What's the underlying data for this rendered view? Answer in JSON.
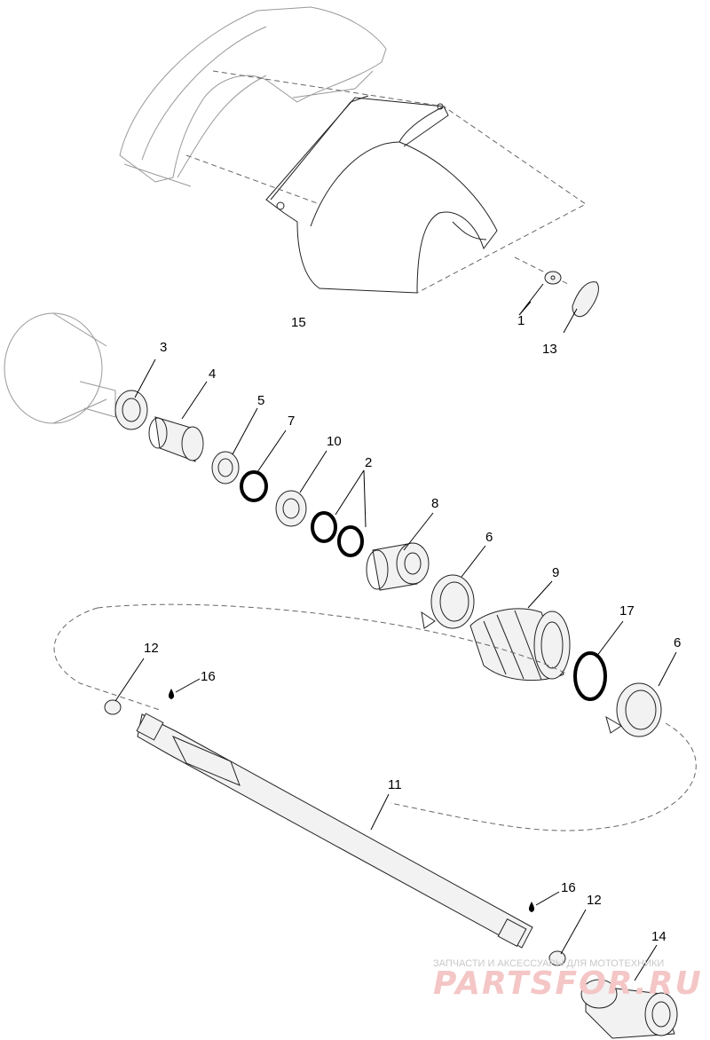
{
  "callouts": {
    "c1": "1",
    "c2": "2",
    "c3": "3",
    "c4": "4",
    "c5": "5",
    "c6a": "6",
    "c6b": "6",
    "c7": "7",
    "c8": "8",
    "c9": "9",
    "c10": "10",
    "c11": "11",
    "c12a": "12",
    "c12b": "12",
    "c13": "13",
    "c14": "14",
    "c15": "15",
    "c16a": "16",
    "c16b": "16",
    "c17": "17"
  },
  "watermark": {
    "caption": "ЗАПЧАСТИ И АКСЕССУАРЫ ДЛЯ МОТОТЕХНИКИ",
    "logo": "PARTSFOR.RU"
  },
  "colors": {
    "line": "#222222",
    "ring": "#000000",
    "watermark_logo": "#f4c6c6",
    "watermark_text": "#c8c8c8"
  }
}
